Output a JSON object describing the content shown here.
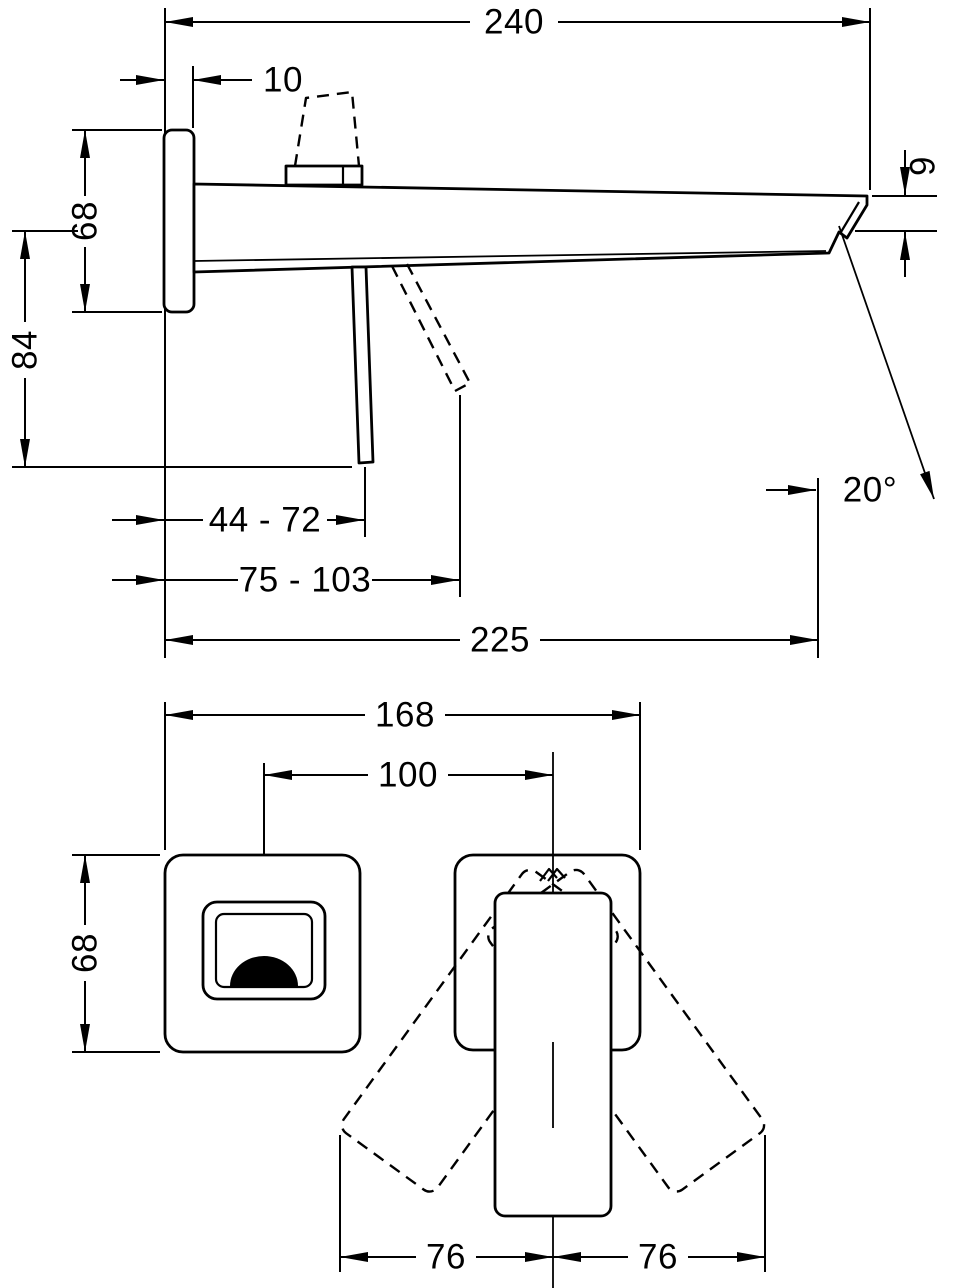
{
  "side_view": {
    "d240": "240",
    "d10": "10",
    "d68": "68",
    "d84": "84",
    "d9": "9",
    "d20": "20°",
    "d44_72": "44 - 72",
    "d75_103": "75 - 103",
    "d225": "225"
  },
  "front_view": {
    "d168": "168",
    "d100": "100",
    "d68": "68",
    "d76_left": "76",
    "d76_right": "76"
  }
}
